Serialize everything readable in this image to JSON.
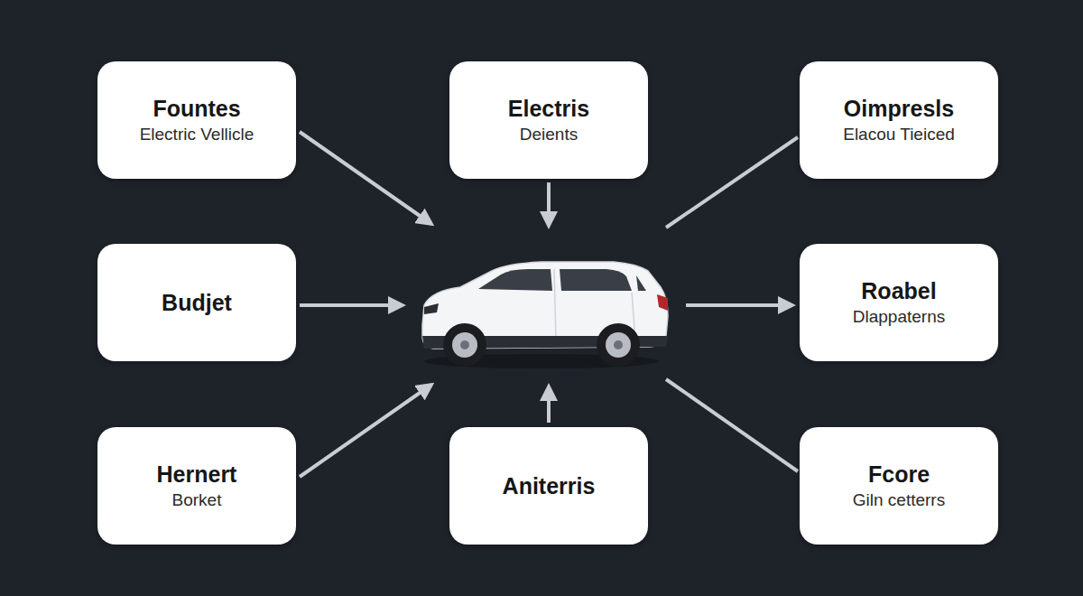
{
  "diagram": {
    "nodes": [
      {
        "text": [
          "Fountes",
          "Electric Vellicle"
        ]
      },
      {
        "text": [
          "Electris",
          "Deients"
        ]
      },
      {
        "text": [
          "Oimpresls",
          "Elacou Tieiced"
        ]
      },
      {
        "text": [
          "Budjet"
        ]
      },
      {
        "text": [
          "Roabel",
          "Dlappaterns"
        ]
      },
      {
        "text": [
          "Hernert",
          "Borket"
        ]
      },
      {
        "text": [
          "Aniterris"
        ]
      },
      {
        "text": [
          "Fcore",
          "Giln cetterrs"
        ]
      }
    ]
  }
}
